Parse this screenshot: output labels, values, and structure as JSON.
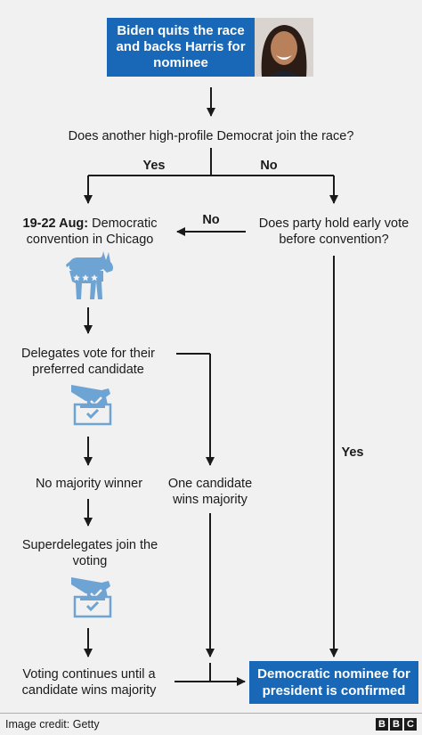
{
  "start": "Biden quits the race and backs Harris for nominee",
  "question_join": "Does another high-profile Democrat join the race?",
  "label_yes_1": "Yes",
  "label_no_1": "No",
  "convention_date": "19-22 Aug:",
  "convention_text": "Democratic convention in Chicago",
  "question_early_vote": "Does party hold early vote before convention?",
  "label_no_2": "No",
  "label_yes_2": "Yes",
  "delegates_vote": "Delegates vote for their preferred candidate",
  "no_majority": "No majority winner",
  "one_majority": "One candidate wins majority",
  "superdelegates": "Superdelegates join the voting",
  "voting_continues": "Voting continues until a candidate wins majority",
  "nominee_confirmed": "Democratic nominee for president is confirmed",
  "credit": "Image credit: Getty",
  "logo": [
    "B",
    "B",
    "C"
  ],
  "icons": [
    "donkey-icon",
    "ballot-box-icon",
    "ballot-box-icon"
  ],
  "colors": {
    "accent_blue": "#1868b7",
    "icon_blue": "#6da4d3",
    "background": "#f1f1f1"
  }
}
